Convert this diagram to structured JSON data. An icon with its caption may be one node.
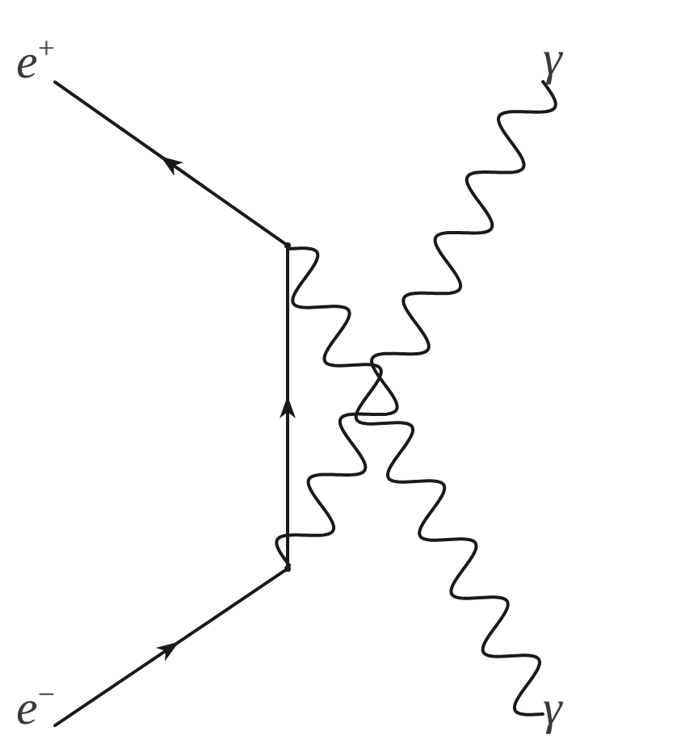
{
  "diagram": {
    "nodes": [
      {
        "text": [
          "e$^{+}$"
        ]
      },
      {
        "text": [
          "γ"
        ]
      },
      {
        "text": [],
        "shape": "point"
      },
      {
        "text": [],
        "shape": "point"
      },
      {
        "text": [
          "e$^{−}$"
        ]
      },
      {
        "text": [
          "γ"
        ]
      }
    ],
    "edges": [
      {
        "from": 4,
        "to": 3,
        "arrow": "to"
      },
      {
        "from": 3,
        "to": 2,
        "arrow": "to"
      },
      {
        "from": 2,
        "to": 0,
        "arrow": "to"
      },
      {
        "from": 2,
        "to": 5,
        "arrow": "none"
      },
      {
        "from": 3,
        "to": 1,
        "arrow": "none"
      }
    ]
  }
}
